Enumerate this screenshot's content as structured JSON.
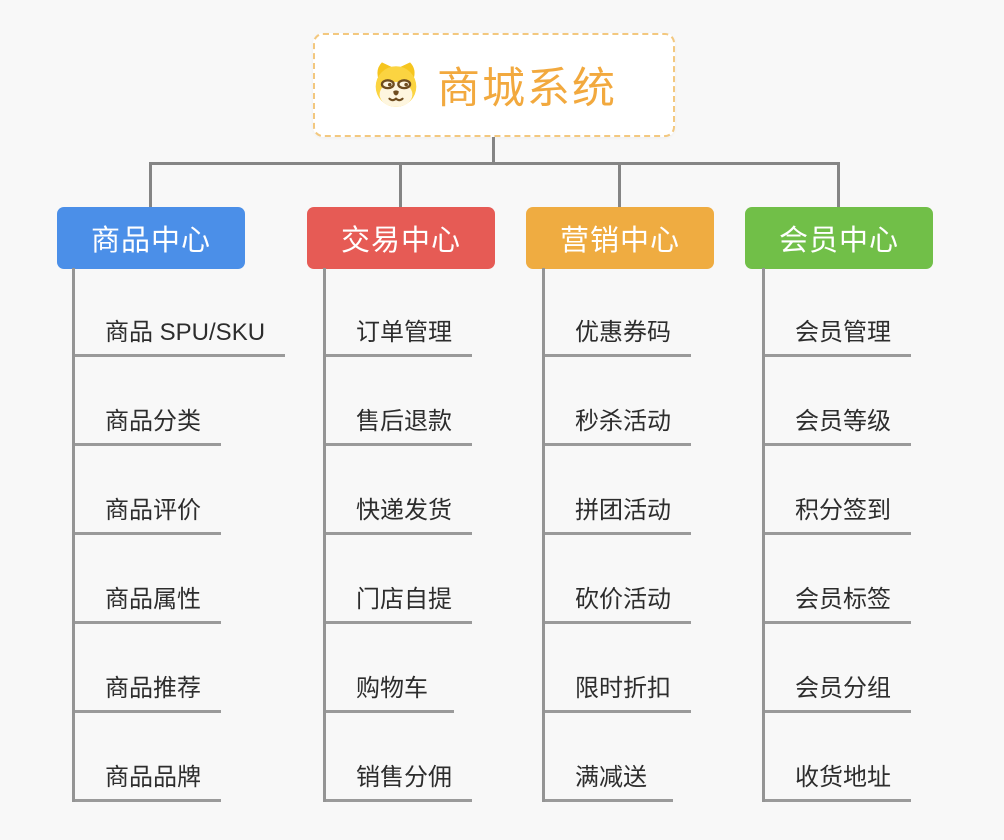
{
  "canvas": {
    "background": "#f8f8f8",
    "connector_color": "#858585",
    "spine_color": "#949494"
  },
  "root": {
    "label": "商城系统",
    "icon": "dog-face-icon",
    "text_color": "#f2a93e",
    "border_color": "#f3c87f"
  },
  "branches": [
    {
      "label": "商品中心",
      "color": "#4b8fe8",
      "items": [
        "商品 SPU/SKU",
        "商品分类",
        "商品评价",
        "商品属性",
        "商品推荐",
        "商品品牌"
      ]
    },
    {
      "label": "交易中心",
      "color": "#e65b55",
      "items": [
        "订单管理",
        "售后退款",
        "快递发货",
        "门店自提",
        "购物车",
        "销售分佣"
      ]
    },
    {
      "label": "营销中心",
      "color": "#efac41",
      "items": [
        "优惠券码",
        "秒杀活动",
        "拼团活动",
        "砍价活动",
        "限时折扣",
        "满减送"
      ]
    },
    {
      "label": "会员中心",
      "color": "#71bf48",
      "items": [
        "会员管理",
        "会员等级",
        "积分签到",
        "会员标签",
        "会员分组",
        "收货地址"
      ]
    }
  ]
}
